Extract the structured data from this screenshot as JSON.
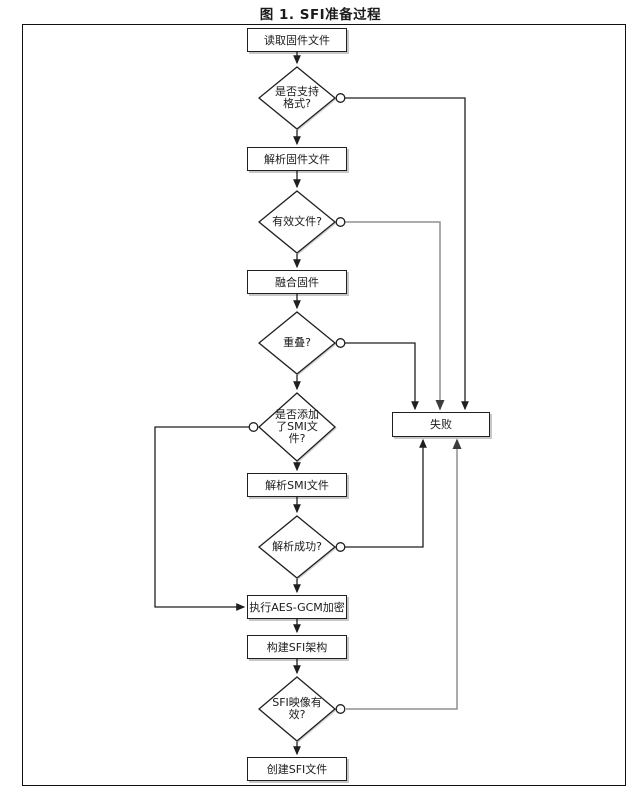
{
  "figure": {
    "title": "图 1. SFI准备过程"
  },
  "nodes": {
    "read_firmware": {
      "label": "读取固件文件",
      "type": "process"
    },
    "format_supported": {
      "label": "是否支持格式?",
      "type": "decision"
    },
    "parse_firmware": {
      "label": "解析固件文件",
      "type": "process"
    },
    "valid_file": {
      "label": "有效文件?",
      "type": "decision"
    },
    "merge_firmware": {
      "label": "融合固件",
      "type": "process"
    },
    "overlap": {
      "label": "重叠?",
      "type": "decision"
    },
    "smi_added": {
      "label": "是否添加了SMI文件?",
      "type": "decision"
    },
    "parse_smi": {
      "label": "解析SMI文件",
      "type": "process"
    },
    "parse_success": {
      "label": "解析成功?",
      "type": "decision"
    },
    "aes_gcm": {
      "label": "执行AES-GCM加密",
      "type": "process"
    },
    "build_sfi": {
      "label": "构建SFI架构",
      "type": "process"
    },
    "sfi_valid": {
      "label": "SFI映像有效?",
      "type": "decision"
    },
    "create_sfi": {
      "label": "创建SFI文件",
      "type": "process"
    },
    "fail": {
      "label": "失败",
      "type": "process"
    }
  },
  "edges": [
    {
      "from": "read_firmware",
      "to": "format_supported"
    },
    {
      "from": "format_supported",
      "to": "parse_firmware"
    },
    {
      "from": "format_supported",
      "to": "fail",
      "via": "circle-exit-right"
    },
    {
      "from": "parse_firmware",
      "to": "valid_file"
    },
    {
      "from": "valid_file",
      "to": "merge_firmware"
    },
    {
      "from": "valid_file",
      "to": "fail",
      "via": "circle-exit-right"
    },
    {
      "from": "merge_firmware",
      "to": "overlap"
    },
    {
      "from": "overlap",
      "to": "smi_added"
    },
    {
      "from": "overlap",
      "to": "fail",
      "via": "circle-exit-right"
    },
    {
      "from": "smi_added",
      "to": "parse_smi"
    },
    {
      "from": "smi_added",
      "to": "aes_gcm",
      "via": "circle-exit-left"
    },
    {
      "from": "parse_smi",
      "to": "parse_success"
    },
    {
      "from": "parse_success",
      "to": "aes_gcm"
    },
    {
      "from": "parse_success",
      "to": "fail",
      "via": "circle-exit-right"
    },
    {
      "from": "aes_gcm",
      "to": "build_sfi"
    },
    {
      "from": "build_sfi",
      "to": "sfi_valid"
    },
    {
      "from": "sfi_valid",
      "to": "create_sfi"
    },
    {
      "from": "sfi_valid",
      "to": "fail",
      "via": "circle-exit-right"
    }
  ],
  "colors": {
    "line_black": "#1f1f1f",
    "line_gray": "#909090",
    "node_fill": "#ffffff",
    "text": "#1a1a1a",
    "background": "#ffffff"
  }
}
